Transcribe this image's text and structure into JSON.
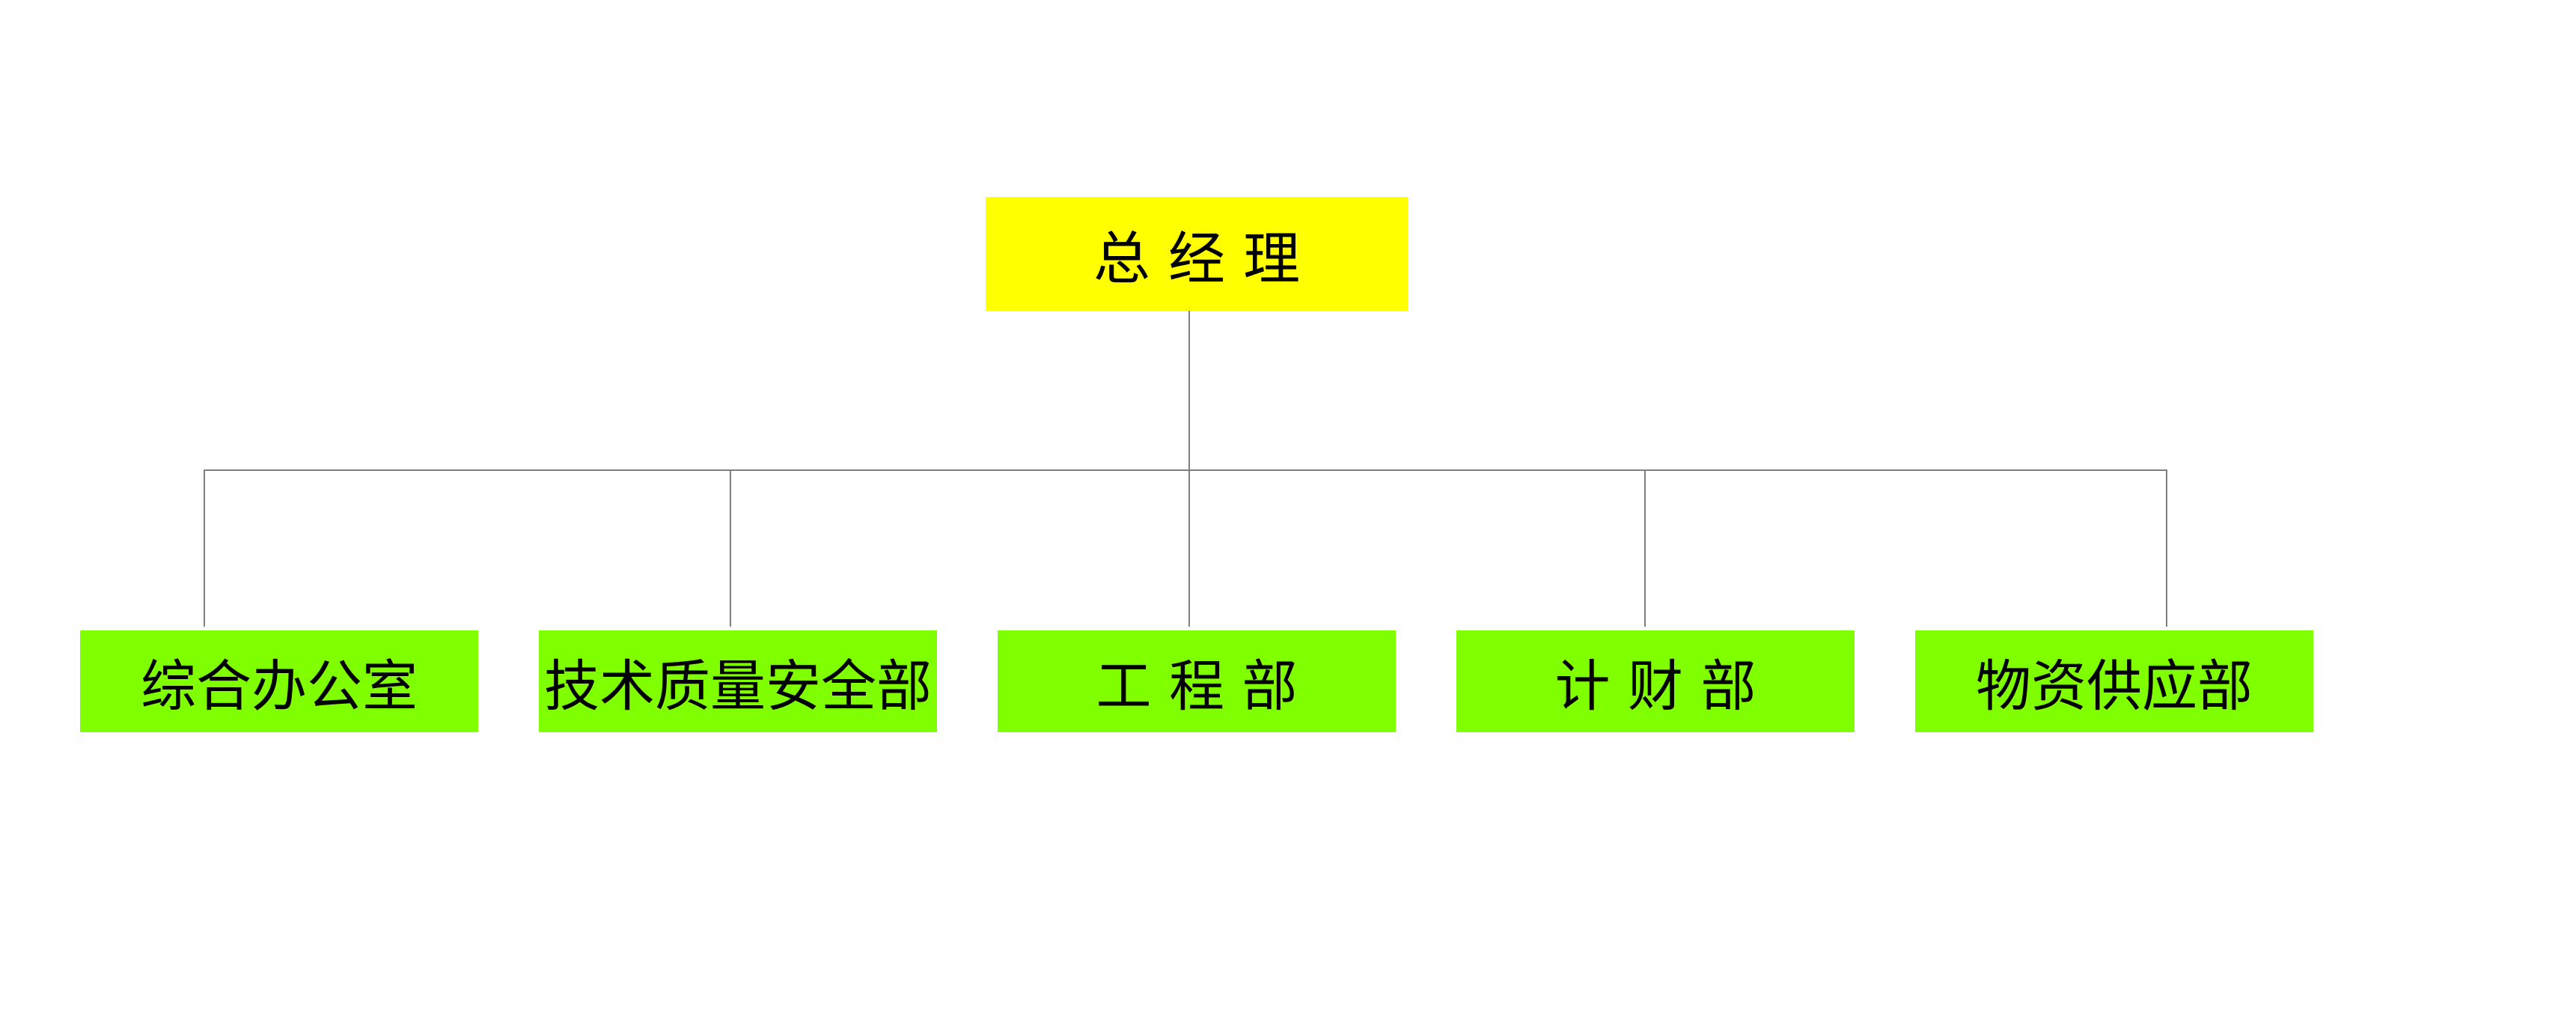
{
  "root": {
    "label": "总 经 理",
    "color": "#FFFF00"
  },
  "departments": [
    {
      "label": "综合办公室",
      "color": "#80FF00"
    },
    {
      "label": "技术质量安全部",
      "color": "#80FF00"
    },
    {
      "label": "工  程  部",
      "color": "#80FF00"
    },
    {
      "label": "计  财  部",
      "color": "#80FF00"
    },
    {
      "label": "物资供应部",
      "color": "#80FF00"
    }
  ],
  "connector_color": "#7F7F7F"
}
